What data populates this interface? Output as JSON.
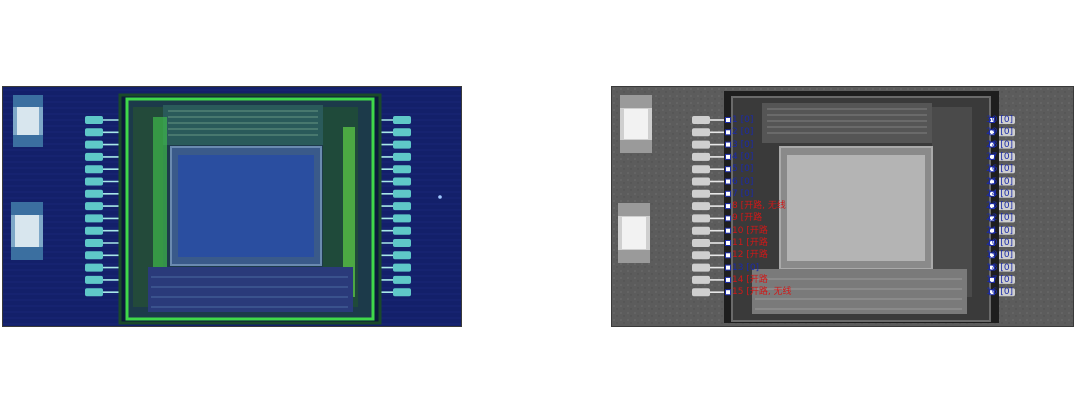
{
  "images": [
    {
      "name": "chip-xray-color",
      "colormap": "blue-green"
    },
    {
      "name": "chip-xray-grayscale-annotated",
      "colormap": "grayscale"
    }
  ],
  "annotations": {
    "left_pins": [
      {
        "text": "1 [0]",
        "color": "blue"
      },
      {
        "text": "2 [0]",
        "color": "blue"
      },
      {
        "text": "3 [0]",
        "color": "blue"
      },
      {
        "text": "4 [0]",
        "color": "blue"
      },
      {
        "text": "5 [0]",
        "color": "blue"
      },
      {
        "text": "6 [0]",
        "color": "blue"
      },
      {
        "text": "7 [0]",
        "color": "blue"
      },
      {
        "text": "8 [开路, 无线",
        "color": "red"
      },
      {
        "text": "9 [开路",
        "color": "red"
      },
      {
        "text": "10 [开路",
        "color": "red"
      },
      {
        "text": "11 [开路",
        "color": "red"
      },
      {
        "text": "12 [开路",
        "color": "red"
      },
      {
        "text": "13 [0]",
        "color": "blue"
      },
      {
        "text": "14 [开路",
        "color": "red"
      },
      {
        "text": "15 [开路, 无线",
        "color": "red"
      }
    ],
    "right_pins": [
      {
        "text": "30 [0]",
        "color": "blue"
      },
      {
        "text": "29 [0]",
        "color": "blue"
      },
      {
        "text": "28 [0]",
        "color": "blue"
      },
      {
        "text": "27 [0]",
        "color": "blue"
      },
      {
        "text": "26 [0]",
        "color": "blue"
      },
      {
        "text": "25 [0]",
        "color": "blue"
      },
      {
        "text": "24 [0]",
        "color": "blue"
      },
      {
        "text": "23 [0]",
        "color": "blue"
      },
      {
        "text": "22 [0]",
        "color": "blue"
      },
      {
        "text": "21 [0]",
        "color": "blue"
      },
      {
        "text": "20 [0]",
        "color": "blue"
      },
      {
        "text": "19 [0]",
        "color": "blue"
      },
      {
        "text": "18 [0]",
        "color": "blue"
      },
      {
        "text": "17 [0]",
        "color": "blue"
      },
      {
        "text": "16 [0]",
        "color": "blue"
      }
    ],
    "colors": {
      "blue": "#1a2aa8",
      "red": "#d01818"
    }
  }
}
